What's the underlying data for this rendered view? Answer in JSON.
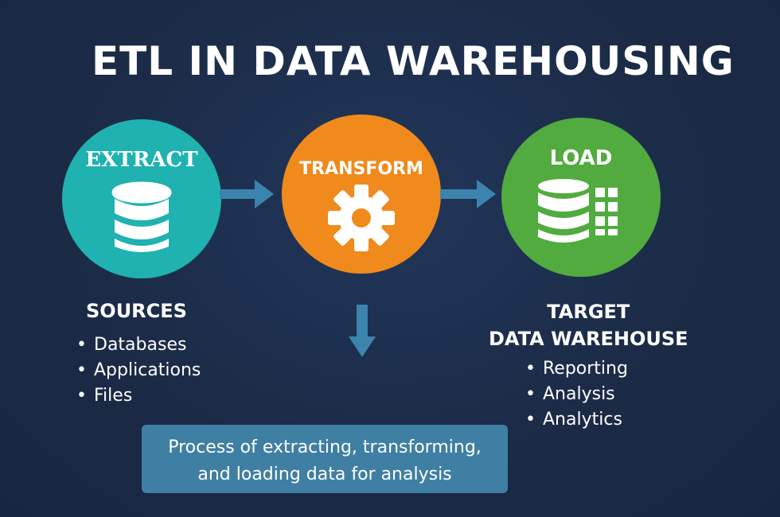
{
  "title": "ETL IN DATA WAREHOUSING",
  "stages": [
    {
      "label": "EXTRACT",
      "color": "#20b2b0",
      "icon": "database-icon"
    },
    {
      "label": "TRANSFORM",
      "color": "#f08a1c",
      "icon": "gear-icon"
    },
    {
      "label": "LOAD",
      "color": "#52ab3f",
      "icon": "database-grid-icon"
    }
  ],
  "arrow_color": "#3c84ad",
  "sources": {
    "heading": "SOURCES",
    "items": [
      "Databases",
      "Applications",
      "Files"
    ]
  },
  "target": {
    "heading_line1": "TARGET",
    "heading_line2": "DATA WAREHOUSE",
    "items": [
      "Reporting",
      "Analysis",
      "Analytics"
    ]
  },
  "caption": {
    "line1": "Process of extracting, transforming,",
    "line2": "and loading data for analysis"
  }
}
